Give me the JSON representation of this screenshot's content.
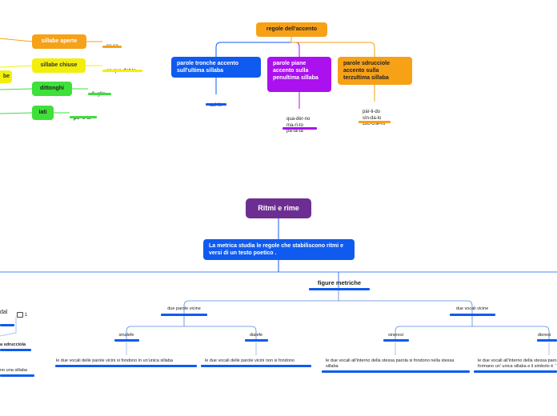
{
  "accent": {
    "orange": "#f7a117",
    "yellow": "#f2ef0d",
    "green": "#3ee03a",
    "purple": "#aa11ee",
    "blue": "#0f5bf0",
    "dark_purple": "#6d2e91"
  },
  "top_left": {
    "sillabe_aperte": {
      "label": "sillabe aperte",
      "example": "ca-sa"
    },
    "sillabe_chiuse": {
      "label": "sillabe chiuse",
      "example_bold_1": "ac",
      "example_mid": "-que-",
      "example_bold_2": "dot",
      "example_end": "-to"
    },
    "partial_label": "be",
    "dittonghi": {
      "label": "dittonghi",
      "example_pre": "fi- gl",
      "example_bold": "io"
    },
    "iati": {
      "label": "iati",
      "example_bold_1": "po- e",
      "example_end": "-ta"
    }
  },
  "accent_rules": {
    "root": "regole dell'accento",
    "tronche": {
      "label": "parole tronche accento sull'ultima sillaba",
      "example": "caf-fè"
    },
    "piane": {
      "label": "parole piane accento sulla penultima sillaba",
      "example": "qua-dèr-no\nma-rì-to\npa-tà-ta"
    },
    "sdrucciole": {
      "label": "parole sdrucciole accento sulla terzultima sillaba",
      "example": "pàr-li-do\nsìn-da-lo\nzùc-che-ro"
    }
  },
  "ritmi": {
    "root": "Ritmi e rime",
    "metrica": "La metrica studia le regole che stabiliscono ritmi e versi  di un testo poetico .",
    "figure": "figure metriche",
    "due_parole": "due parole vicine",
    "due_vocali": "due vocali vicine",
    "sinalefe": "sinalefe",
    "dialefe": "dialefe",
    "sineresi": "sineresi",
    "dieresi": "dieresi",
    "sinalefe_desc": "le due vocali delle parole vicini si fondono in un'unica sillaba",
    "dialefe_desc": "le due vocali delle parole vicini non si  fondono",
    "sineresi_desc": "le due vocali all'interno della stessa parola si fondono nella stessa sillaba",
    "dieresi_desc": "le due vocali all'interno della stessa parola formano un' unica sillaba  e il simbolo è ¨¨"
  },
  "left_partial": {
    "dal": "dal",
    "comment_count": "1",
    "sdrucciola": "a sdrucciola",
    "una_sillaba": "no una sillaba"
  }
}
